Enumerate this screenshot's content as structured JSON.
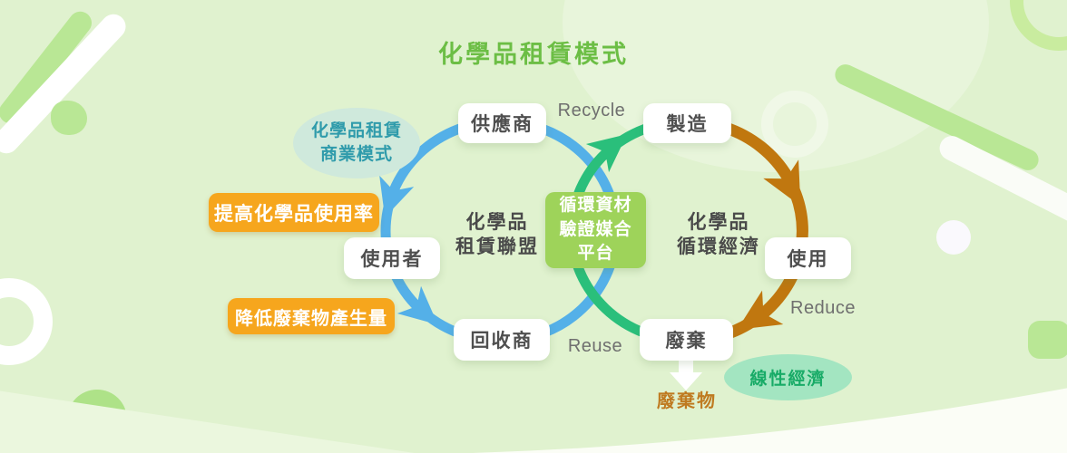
{
  "title": "化學品租賃模式",
  "center_platform": {
    "line1": "循環資材",
    "line2": "驗證媒合",
    "line3": "平台"
  },
  "left_cycle": {
    "name_line1": "化學品",
    "name_line2": "租賃聯盟",
    "supplier": "供應商",
    "user": "使用者",
    "recycler": "回收商",
    "business_model_line1": "化學品租賃",
    "business_model_line2": "商業模式",
    "benefit_increase_usage": "提高化學品使用率",
    "benefit_reduce_waste": "降低廢棄物產生量"
  },
  "right_cycle": {
    "name_line1": "化學品",
    "name_line2": "循環經濟",
    "manufacture": "製造",
    "use": "使用",
    "dispose": "廢棄",
    "recycle_label": "Recycle",
    "reuse_label": "Reuse",
    "reduce_label": "Reduce",
    "linear_economy": "線性經濟",
    "waste_output": "廢棄物"
  },
  "colors": {
    "background": "#e0f2cf",
    "title_green": "#6cbe45",
    "leasing_cycle_blue": "#54b0e8",
    "recycle_arc_green": "#2abf7b",
    "linear_arc_orange": "#c0770f",
    "platform_box_green": "#9ed35a",
    "benefit_badge_orange": "#f6a61d",
    "business_oval_teal": "#cfe9dc",
    "linear_oval_mint": "#a3e5c1",
    "waste_text_orange": "#bf7a20",
    "node_text_gray": "#4f4f4f"
  }
}
